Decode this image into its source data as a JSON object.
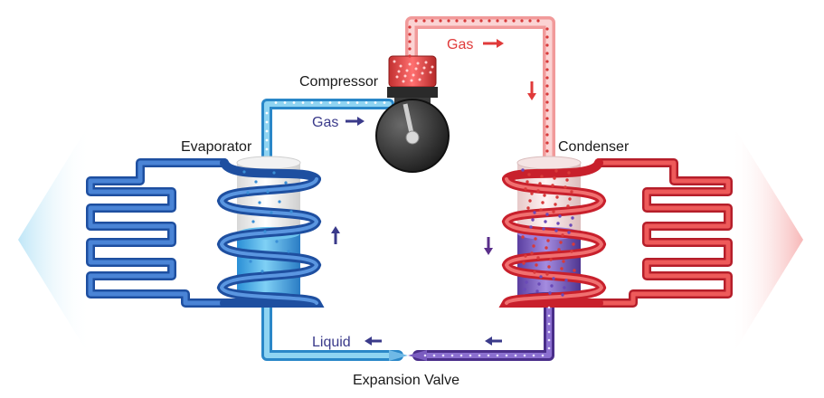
{
  "labels": {
    "compressor": "Compressor",
    "evaporator": "Evaporator",
    "condenser": "Condenser",
    "expansion_valve": "Expansion Valve",
    "gas_left": "Gas",
    "gas_top": "Gas",
    "liquid": "Liquid"
  },
  "colors": {
    "cold": "#4aa3dc",
    "cold_dark": "#2a5fa8",
    "hot": "#e84a4a",
    "hot_light": "#f7a8a8",
    "purple": "#5a3e9a",
    "label_text": "#1a1a1a",
    "gas_top_text": "#e03a3a",
    "gas_left_text": "#3a3a8a",
    "liquid_text": "#3a3a8a"
  },
  "arrows": {
    "gas_top": "arrow-right-icon",
    "gas_left": "arrow-right-icon",
    "liquid": "arrow-left-icon",
    "evaporator_flow": "arrow-up-icon",
    "condenser_flow": "arrow-down-icon",
    "return_flow": "arrow-left-icon",
    "hot_pipe": "arrow-down-icon"
  }
}
